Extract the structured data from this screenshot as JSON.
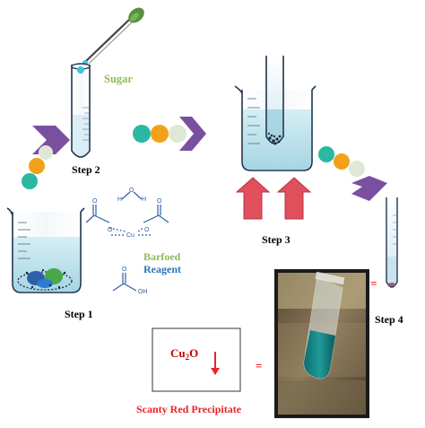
{
  "labels": {
    "sugar": "Sugar",
    "step1": "Step 1",
    "step2": "Step 2",
    "step3": "Step 3",
    "step4": "Step 4",
    "barfoed": "Barfoed",
    "reagent": "Reagent",
    "cu_base": "Cu",
    "cu_sub": "2",
    "cu_o": "O",
    "equals_1": "=",
    "equals_2": "=",
    "precipitate": "Scanty Red Precipitate"
  },
  "molecule_atoms": {
    "h_left": "H",
    "o_center": "O",
    "h_right": "H",
    "o_top_left": "O",
    "o_top_right": "O",
    "o_mid_left": "O",
    "o_mid_right": "O",
    "cu": "Cu",
    "o_lower": "O",
    "oh": "OH"
  },
  "colors": {
    "sugar_label": "#8cbe4f",
    "barfoed_label": "#8cbe4f",
    "reagent_label": "#2e74b5",
    "step_label": "#000000",
    "precipitate_label": "#e8232a",
    "cu2o_label": "#c00000",
    "equals": "#ff0000",
    "chevron": "#7b4fa0",
    "heat_arrow": "#e0505c",
    "dot_teal": "#2bb8a2",
    "dot_orange": "#f2a21a",
    "dot_pale": "#dfe8d6",
    "molecule_blue": "#2f5fa8",
    "solution_blue": "#bfe3ec"
  },
  "icons": [
    "dropper-icon",
    "chevron-arrow-icon",
    "heat-arrow-icon",
    "down-arrow-icon"
  ]
}
